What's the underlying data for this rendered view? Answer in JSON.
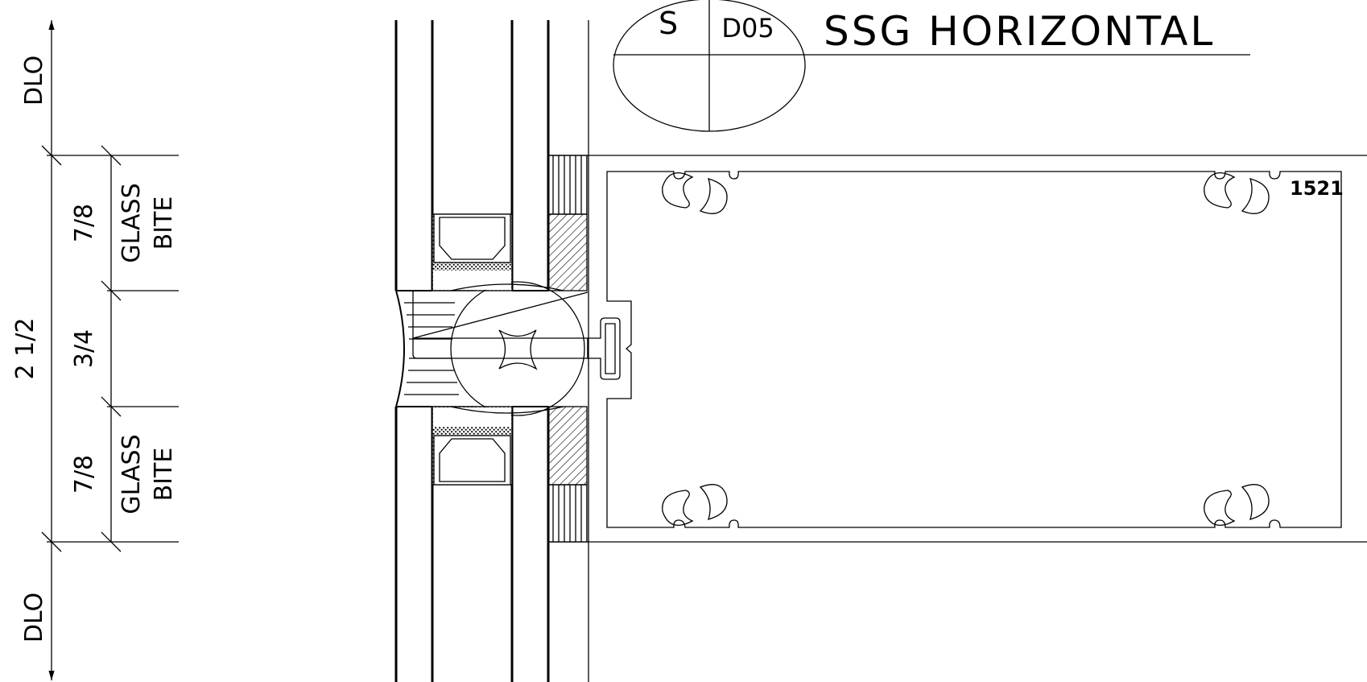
{
  "title_block": {
    "section_letter": "S",
    "detail_number": "D05",
    "title": "SSG HORIZONTAL"
  },
  "dimensions": {
    "dlo_top": "DLO",
    "dlo_bottom": "DLO",
    "overall": "2 1/2",
    "bite_top": "7/8",
    "joint": "3/4",
    "bite_bottom": "7/8",
    "glass_bite_top": [
      "GLASS",
      "BITE"
    ],
    "glass_bite_bottom": [
      "GLASS",
      "BITE"
    ]
  },
  "callouts": {
    "part_number": "1521"
  }
}
